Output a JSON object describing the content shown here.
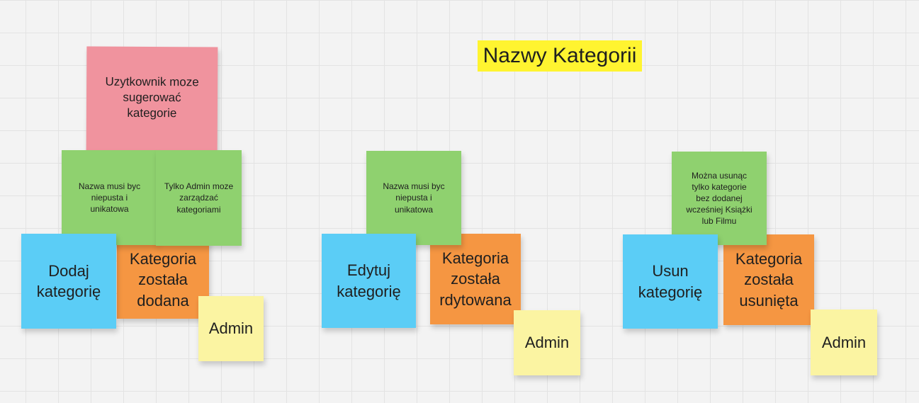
{
  "title": "Nazwy Kategorii",
  "groups": [
    {
      "suggestion": "Uzytkownik moze\nsugerować\nkategorie",
      "rule1": "Nazwa musi byc\nniepusta i\nunikatowa",
      "rule2": "Tylko Admin moze\nzarządzać\nkategoriami",
      "action": "Dodaj\nkategorię",
      "event": "Kategoria\nzostała\ndodana",
      "actor": "Admin"
    },
    {
      "rule1": "Nazwa musi byc\nniepusta i\nunikatowa",
      "action": "Edytuj\nkategorię",
      "event": "Kategoria\nzostała\nrdytowana",
      "actor": "Admin"
    },
    {
      "rule1": "Można usunąc\ntylko kategorie\nbez dodanej\nwcześniej Książki\nlub Filmu",
      "action": "Usun\nkategorię",
      "event": "Kategoria\nzostała\nusunięta",
      "actor": "Admin"
    }
  ],
  "colors": {
    "suggestion": "#f0939e",
    "rule": "#8fd16f",
    "action": "#5bcdf6",
    "event": "#f59642",
    "actor": "#fbf4a2",
    "title_highlight": "#fff430"
  }
}
